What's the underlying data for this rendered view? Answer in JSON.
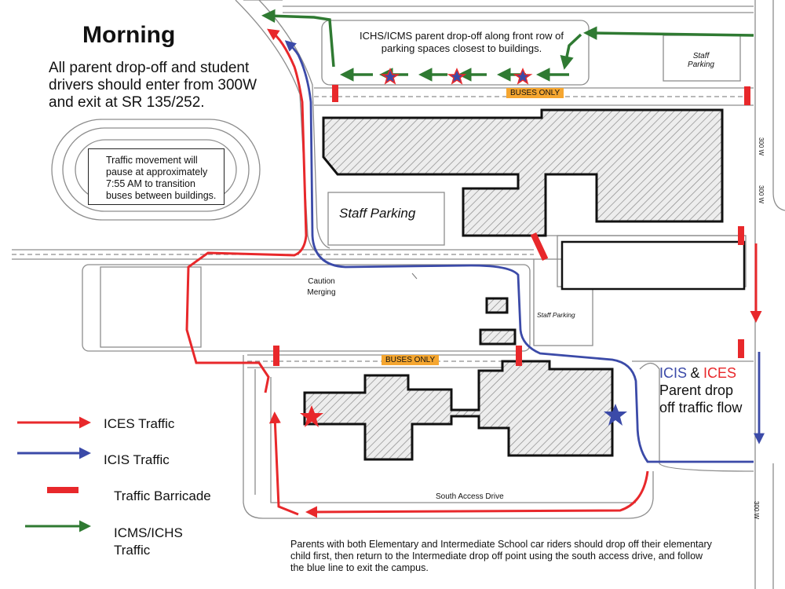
{
  "title": "Morning",
  "subtitle": "All parent drop-off and student drivers should enter from 300W and exit at SR 135/252.",
  "pause_note": "Traffic movement will pause at approximately 7:55 AM to transition buses between buildings.",
  "drop_off_note": "ICHS/ICMS parent drop-off along  front row of parking spaces closest to buildings.",
  "labels": {
    "staff_parking_main": "Staff Parking",
    "staff_parking_top": "Staff Parking",
    "staff_parking_small": "Staff Parking",
    "buses_only_top": "BUSES ONLY",
    "buses_only_bottom": "BUSES ONLY",
    "caution": "Caution Merging",
    "south_access": "South Access Drive",
    "road_300w_1": "300 W",
    "road_300w_2": "300 W",
    "road_300w_3": "300 W"
  },
  "flow_box": {
    "icis": "ICIS",
    "amp": "&",
    "ices": "ICES",
    "rest": "Parent drop off traffic flow"
  },
  "legend": [
    {
      "label": "ICES Traffic",
      "symbol": "arrow",
      "color": "#e8282b"
    },
    {
      "label": "ICIS Traffic",
      "symbol": "arrow",
      "color": "#3b4aa8"
    },
    {
      "label": "Traffic Barricade",
      "symbol": "bar",
      "color": "#e8282b"
    },
    {
      "label": "ICMS/ICHS Traffic",
      "symbol": "arrow",
      "color": "#2f7a32"
    }
  ],
  "bottom_note": "Parents with both Elementary and Intermediate School car riders should drop off their elementary child first, then return to the Intermediate drop off point using the south access drive, and follow the blue line to exit the campus.",
  "colors": {
    "ices": "#e8282b",
    "icis": "#3b4aa8",
    "icms": "#2f7a32",
    "barricade": "#e8282b",
    "badge": "#f5a630"
  }
}
